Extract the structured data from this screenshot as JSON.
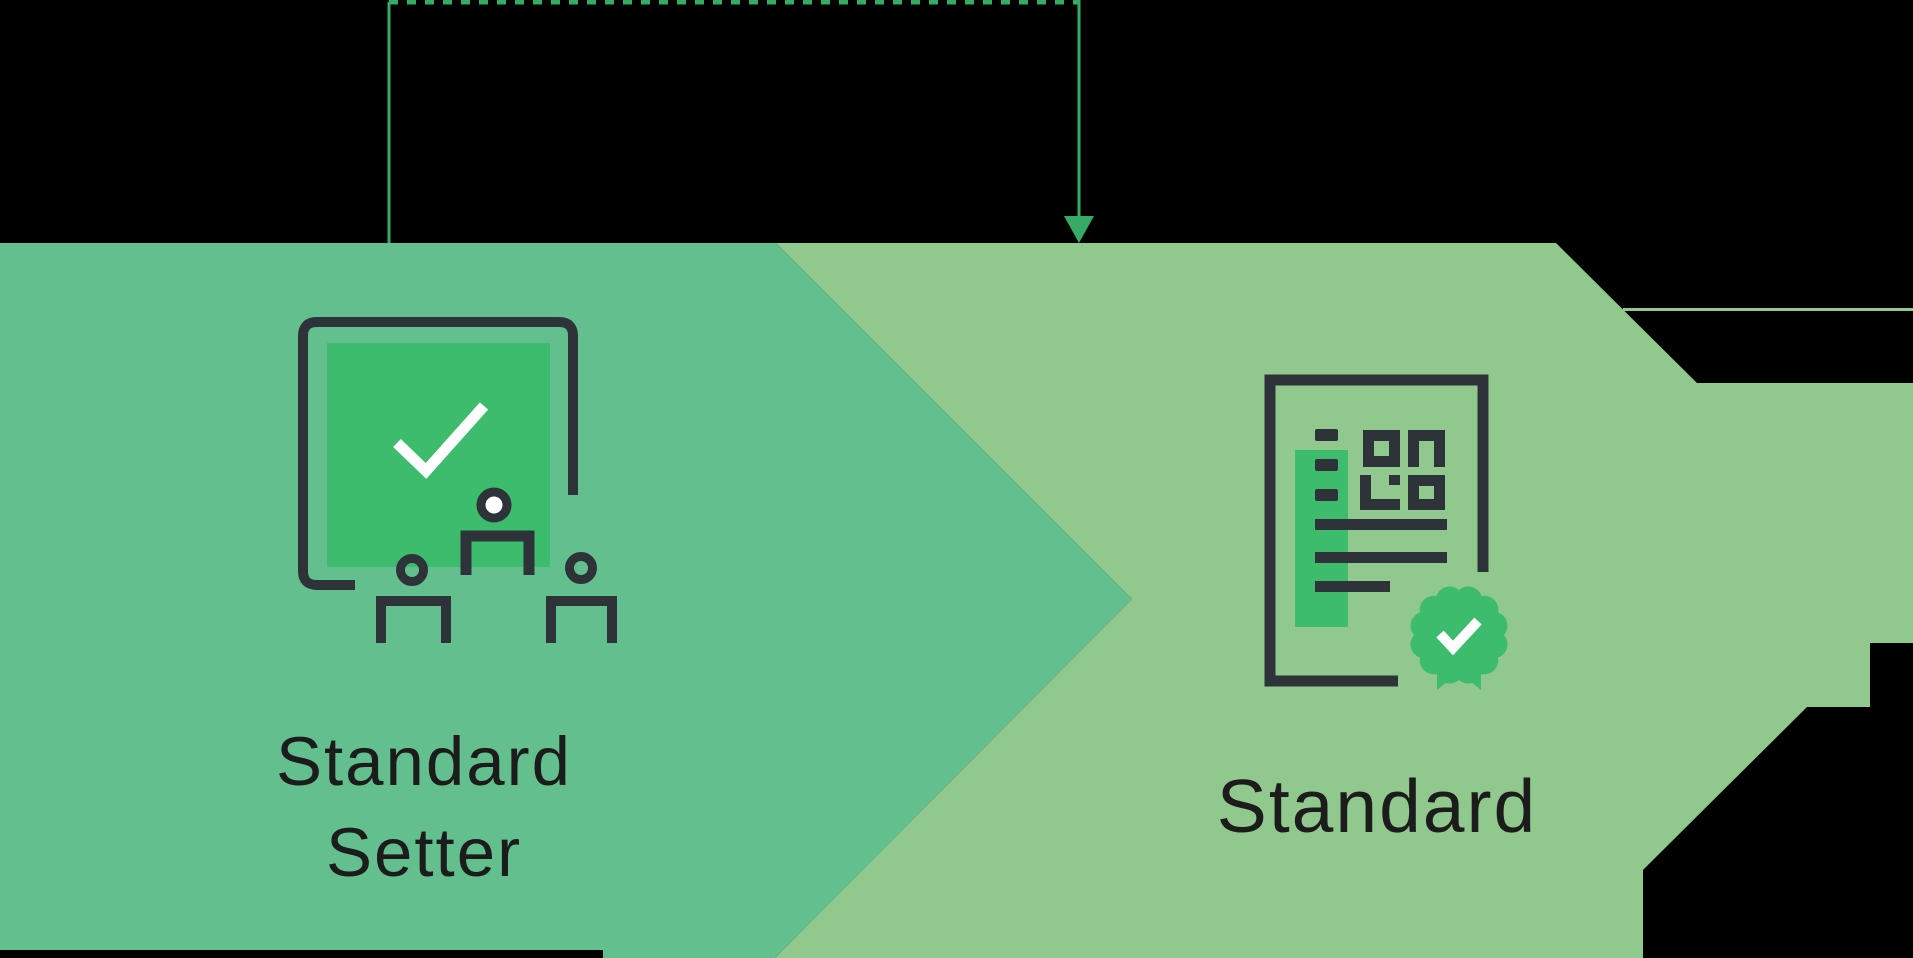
{
  "diagram": {
    "type": "chevron-process-flow",
    "background": "transparent-black",
    "steps": [
      {
        "label": "Standard Setter",
        "icon": "presentation-board-check-people-icon"
      },
      {
        "label": "Standard",
        "icon": "certified-document-qr-badge-icon"
      }
    ],
    "connector": {
      "style": "dashed-elbow-arrow",
      "from": "Standard Setter",
      "to": "Standard",
      "arrow_direction": "down"
    }
  },
  "colors": {
    "background": "#000000",
    "chevron_standard_setter": "#63C08E",
    "chevron_standard": "#90C88E",
    "accent_green": "#3DBC6E",
    "connector_green": "#36AB65",
    "icon_dark": "#2E333A",
    "check_white": "#FFFFFF",
    "label_text": "#1C1C1C"
  }
}
